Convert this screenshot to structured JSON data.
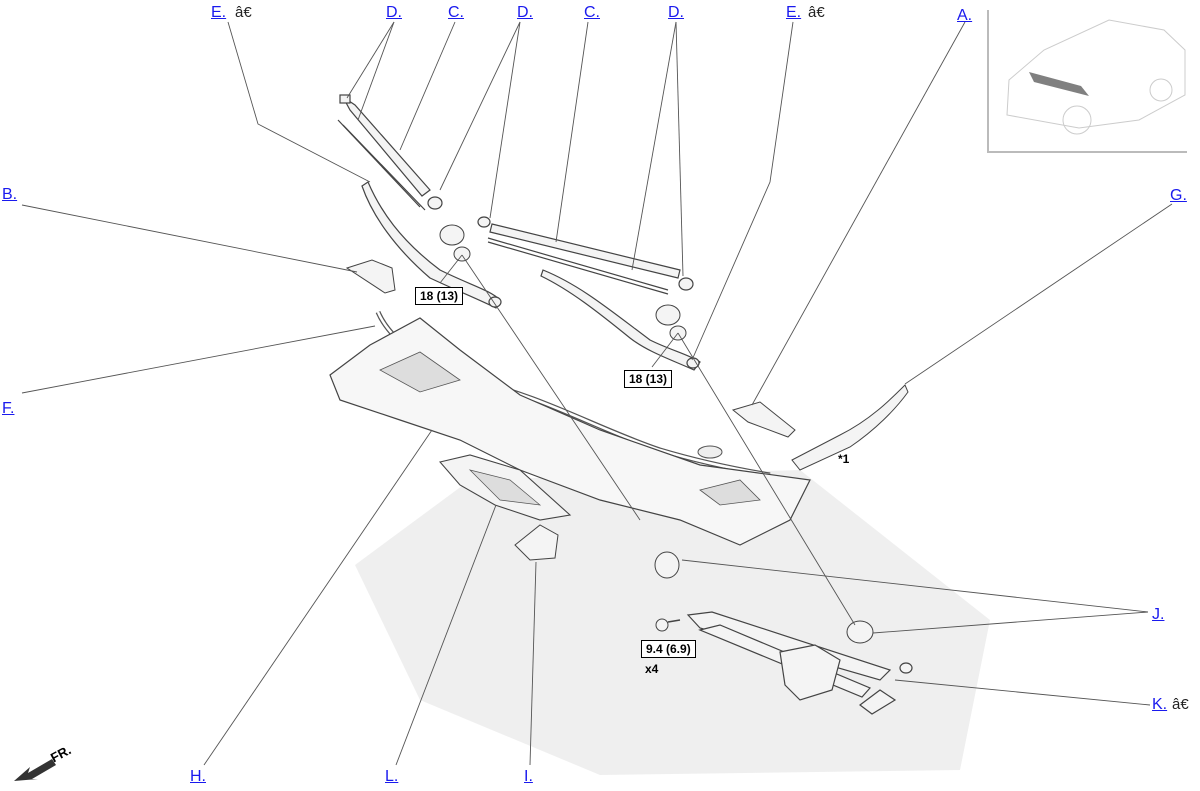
{
  "callouts": {
    "A": "A.",
    "B": "B.",
    "C1": "C.",
    "C2": "C.",
    "D1": "D.",
    "D2": "D.",
    "D3": "D.",
    "E1": "E.",
    "E2": "E.",
    "F": "F.",
    "G": "G.",
    "H": "H.",
    "I": "I.",
    "J": "J.",
    "K": "K.",
    "L": "L."
  },
  "badges": {
    "E1": "â€",
    "E2": "â€",
    "K": "â€"
  },
  "torque": {
    "t1": "18 (13)",
    "t2": "18 (13)",
    "t3": "9.4 (6.9)"
  },
  "notes": {
    "star1": "*1",
    "x4": "x4",
    "front": "FR."
  },
  "icons": {
    "badge_icon": "grid-icon",
    "front_arrow": "front-arrow-icon"
  },
  "colors": {
    "link": "#1a1aee",
    "leader": "#555555",
    "part_stroke": "#444444",
    "part_fill": "#f7f7f7",
    "shadow": "#ececec"
  }
}
